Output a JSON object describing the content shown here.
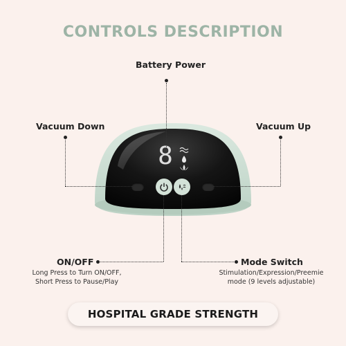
{
  "header": {
    "title": "CONTROLS DESCRIPTION"
  },
  "labels": {
    "battery_power": "Battery Power",
    "vacuum_down": "Vacuum Down",
    "vacuum_up": "Vacuum Up",
    "on_off": "ON/OFF",
    "on_off_desc_line1": "Long Press to Turn ON/OFF,",
    "on_off_desc_line2": "Short Press to Pause/Play",
    "mode_switch": "Mode Switch",
    "mode_desc_line1": "Stimulation/Expression/Preemie",
    "mode_desc_line2": "mode (9 levels adjustable)"
  },
  "display": {
    "digit": "8"
  },
  "banner": {
    "text": "HOSPITAL GRADE STRENGTH"
  },
  "colors": {
    "background": "#fbf1ed",
    "title": "#9db4a6",
    "device_body": "#cfe0d6",
    "device_face": "#161616"
  },
  "icons": [
    "power-icon",
    "mode-icon",
    "wave-icon",
    "droplet-icon",
    "lotus-icon",
    "minus-button",
    "plus-button"
  ]
}
